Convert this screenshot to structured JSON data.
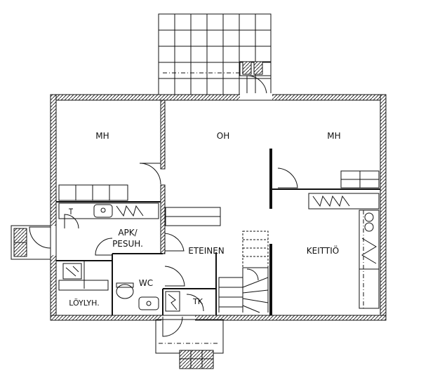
{
  "floor_plan": {
    "rooms": {
      "mh_left": "MH",
      "oh": "OH",
      "mh_right": "MH",
      "apk_line1": "APK/",
      "apk_line2": "PESUH.",
      "eteinen": "ETEINEN",
      "keittio": "KEITTIÖ",
      "wc": "WC",
      "loylyh": "LÖYLYH.",
      "tk": "TK"
    }
  }
}
